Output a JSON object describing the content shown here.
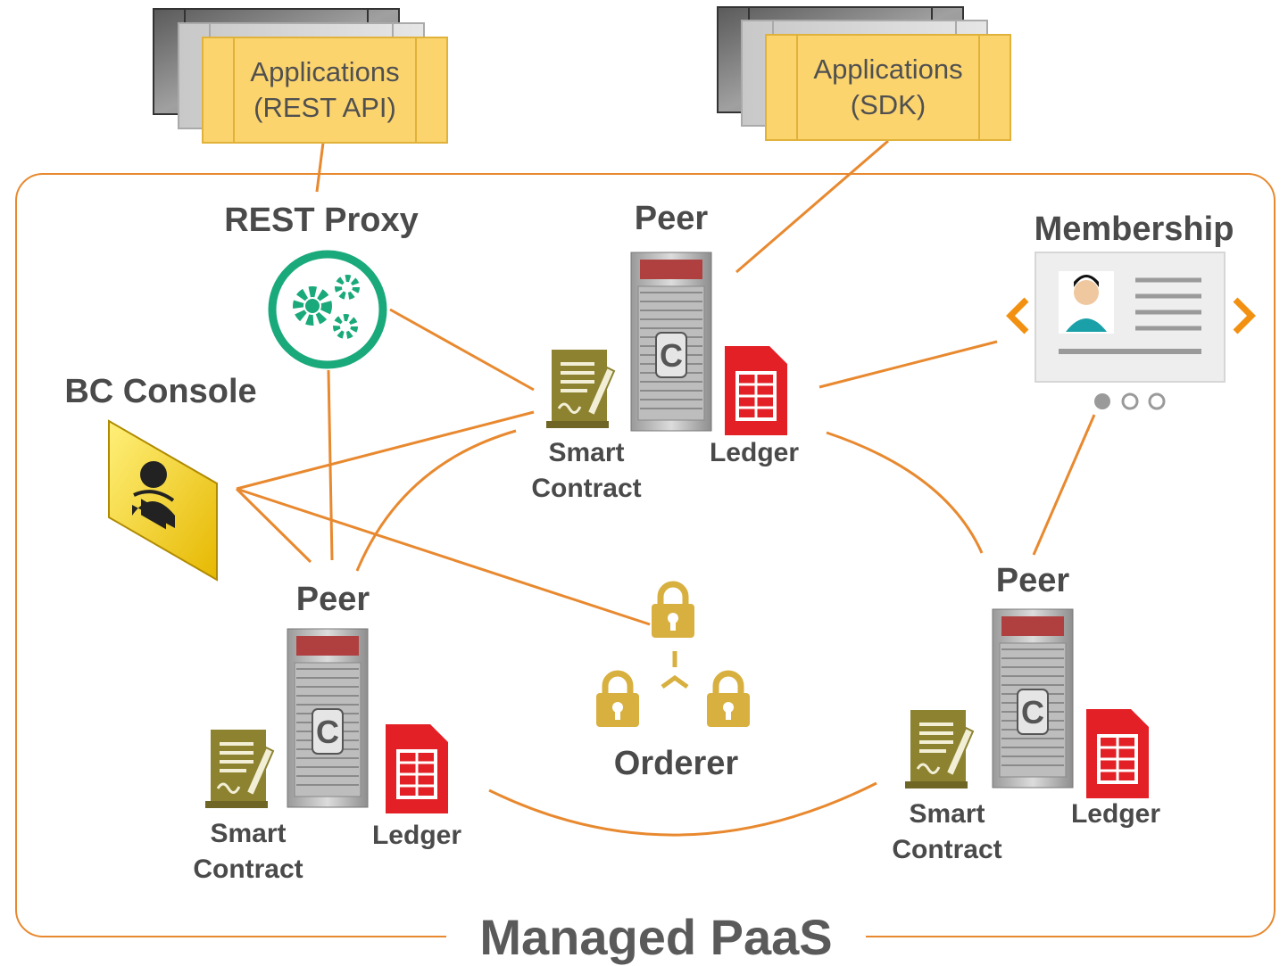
{
  "applications_rest": {
    "line1": "Applications",
    "line2": "(REST API)"
  },
  "applications_sdk": {
    "line1": "Applications",
    "line2": "(SDK)"
  },
  "rest_proxy": {
    "label": "REST Proxy",
    "icon": "gears-icon"
  },
  "bc_console": {
    "label": "BC Console",
    "icon": "console-user-icon"
  },
  "membership": {
    "label": "Membership",
    "icon": "member-card-icon"
  },
  "orderer": {
    "label": "Orderer",
    "icon": "locks-icon"
  },
  "peers": [
    {
      "label": "Peer",
      "smart_contract": [
        "Smart",
        "Contract"
      ],
      "ledger": "Ledger"
    },
    {
      "label": "Peer",
      "smart_contract": [
        "Smart",
        "Contract"
      ],
      "ledger": "Ledger"
    },
    {
      "label": "Peer",
      "smart_contract": [
        "Smart",
        "Contract"
      ],
      "ledger": "Ledger"
    }
  ],
  "footer": {
    "label": "Managed PaaS"
  },
  "colors": {
    "accent_orange": "#e8892f",
    "app_box": "#fbd46e",
    "green": "#1aa97a",
    "ledger_red": "#e32026",
    "contract_olive": "#8c8230",
    "lock_gold": "#d8b03f"
  }
}
